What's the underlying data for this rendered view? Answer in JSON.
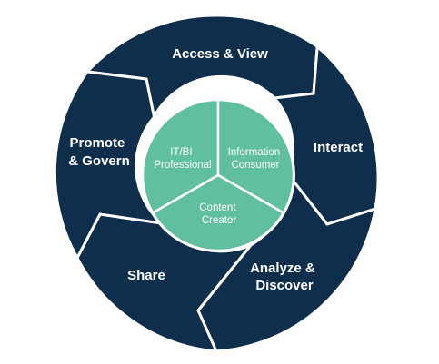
{
  "diagram": {
    "outer_segments": [
      {
        "id": "access-view",
        "label_lines": [
          "Access & View"
        ]
      },
      {
        "id": "interact",
        "label_lines": [
          "Interact"
        ]
      },
      {
        "id": "analyze-discover",
        "label_lines": [
          "Analyze &",
          "Discover"
        ]
      },
      {
        "id": "share",
        "label_lines": [
          "Share"
        ]
      },
      {
        "id": "promote-govern",
        "label_lines": [
          "Promote",
          "& Govern"
        ]
      }
    ],
    "roles": [
      {
        "id": "it-bi-professional",
        "label_lines": [
          "IT/BI",
          "Professional"
        ]
      },
      {
        "id": "information-consumer",
        "label_lines": [
          "Information",
          "Consumer"
        ]
      },
      {
        "id": "content-creator",
        "label_lines": [
          "Content",
          "Creator"
        ]
      }
    ],
    "colors": {
      "outer_fill": "#0f2e4c",
      "inner_fill": "#5fbf9f",
      "text": "#ffffff",
      "background": "#ffffff"
    }
  }
}
